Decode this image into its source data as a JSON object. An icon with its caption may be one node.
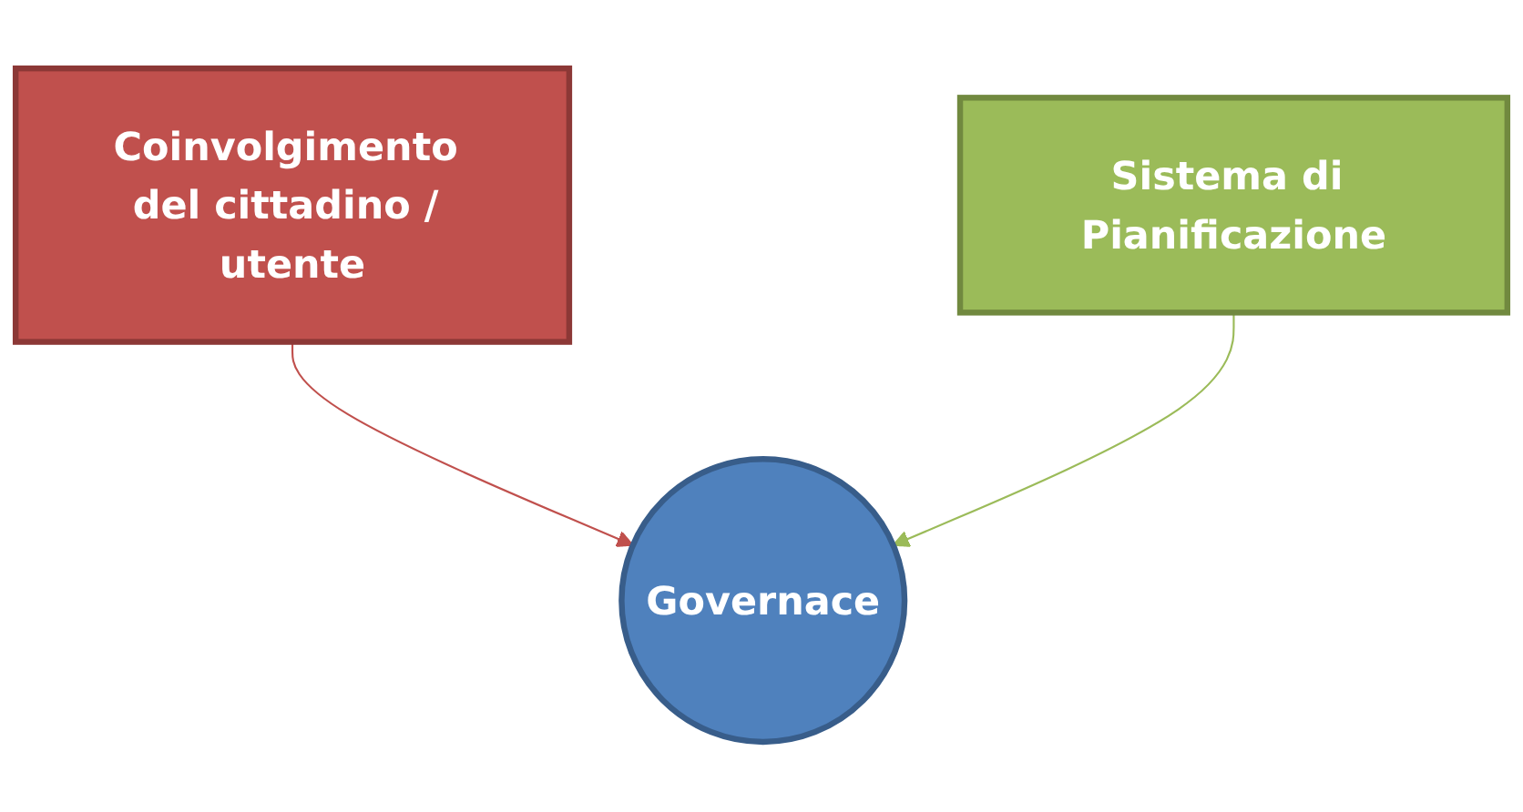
{
  "diagram": {
    "nodes": [
      {
        "text": [
          "Coinvolgimento del cittadino / utente"
        ]
      },
      {
        "text": [
          "Sistema di Pianificazione"
        ]
      },
      {
        "text": [
          "Governace"
        ]
      }
    ],
    "edges": [
      {
        "from": 0,
        "to": 2,
        "arrow": "to",
        "color": "#c0504d"
      },
      {
        "from": 1,
        "to": 2,
        "arrow": "to",
        "color": "#9bbb59"
      }
    ]
  }
}
